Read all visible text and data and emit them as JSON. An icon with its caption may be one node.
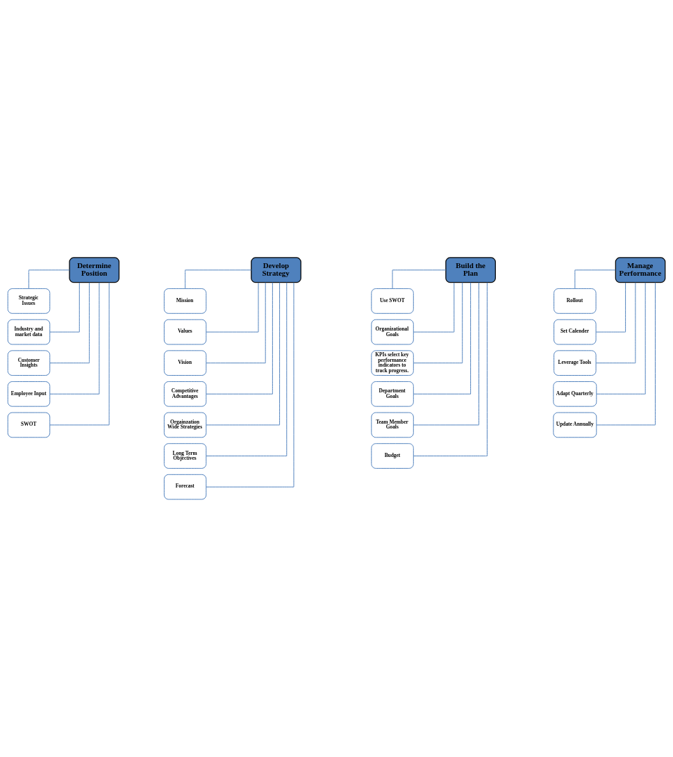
{
  "diagram": {
    "nodes": [
      {
        "text": [
          "Determine Position"
        ]
      },
      {
        "text": [
          "Strategic Issues"
        ]
      },
      {
        "text": [
          "Industry and market data"
        ]
      },
      {
        "text": [
          "Customer Insights"
        ]
      },
      {
        "text": [
          "Employee Input"
        ]
      },
      {
        "text": [
          "SWOT"
        ]
      },
      {
        "text": [
          "Develop Strategy"
        ]
      },
      {
        "text": [
          "Mission"
        ]
      },
      {
        "text": [
          "Values"
        ]
      },
      {
        "text": [
          "Vision"
        ]
      },
      {
        "text": [
          "Competitive Advantages"
        ]
      },
      {
        "text": [
          "Orgainzation Wide Strategies"
        ]
      },
      {
        "text": [
          "Long Term Objectives"
        ]
      },
      {
        "text": [
          "Forecast"
        ]
      },
      {
        "text": [
          "Build the Plan"
        ]
      },
      {
        "text": [
          "Use SWOT"
        ]
      },
      {
        "text": [
          "Organizational Goals"
        ]
      },
      {
        "text": [
          "KPIs select key performance indicators to track progress."
        ]
      },
      {
        "text": [
          "Department Goals"
        ]
      },
      {
        "text": [
          "Team Member Goals"
        ]
      },
      {
        "text": [
          "Budget"
        ]
      },
      {
        "text": [
          "Manage Performance"
        ]
      },
      {
        "text": [
          "Rollout"
        ]
      },
      {
        "text": [
          "Set Calender"
        ]
      },
      {
        "text": [
          "Leverage Tools"
        ]
      },
      {
        "text": [
          "Adapt Quarterly"
        ]
      },
      {
        "text": [
          "Update Annually"
        ]
      }
    ],
    "edges": [
      {
        "from": 0,
        "to": 1,
        "arrow": "none"
      },
      {
        "from": 0,
        "to": 2,
        "arrow": "none"
      },
      {
        "from": 0,
        "to": 3,
        "arrow": "none"
      },
      {
        "from": 0,
        "to": 4,
        "arrow": "none"
      },
      {
        "from": 0,
        "to": 5,
        "arrow": "none"
      },
      {
        "from": 6,
        "to": 7,
        "arrow": "none"
      },
      {
        "from": 6,
        "to": 8,
        "arrow": "none"
      },
      {
        "from": 6,
        "to": 9,
        "arrow": "none"
      },
      {
        "from": 6,
        "to": 10,
        "arrow": "none"
      },
      {
        "from": 6,
        "to": 11,
        "arrow": "none"
      },
      {
        "from": 6,
        "to": 12,
        "arrow": "none"
      },
      {
        "from": 6,
        "to": 13,
        "arrow": "none"
      },
      {
        "from": 14,
        "to": 15,
        "arrow": "none"
      },
      {
        "from": 14,
        "to": 16,
        "arrow": "none"
      },
      {
        "from": 14,
        "to": 17,
        "arrow": "none"
      },
      {
        "from": 14,
        "to": 18,
        "arrow": "none"
      },
      {
        "from": 14,
        "to": 19,
        "arrow": "none"
      },
      {
        "from": 14,
        "to": 20,
        "arrow": "none"
      },
      {
        "from": 21,
        "to": 22,
        "arrow": "none"
      },
      {
        "from": 21,
        "to": 23,
        "arrow": "none"
      },
      {
        "from": 21,
        "to": 24,
        "arrow": "none"
      },
      {
        "from": 21,
        "to": 25,
        "arrow": "none"
      },
      {
        "from": 21,
        "to": 26,
        "arrow": "none"
      }
    ]
  }
}
